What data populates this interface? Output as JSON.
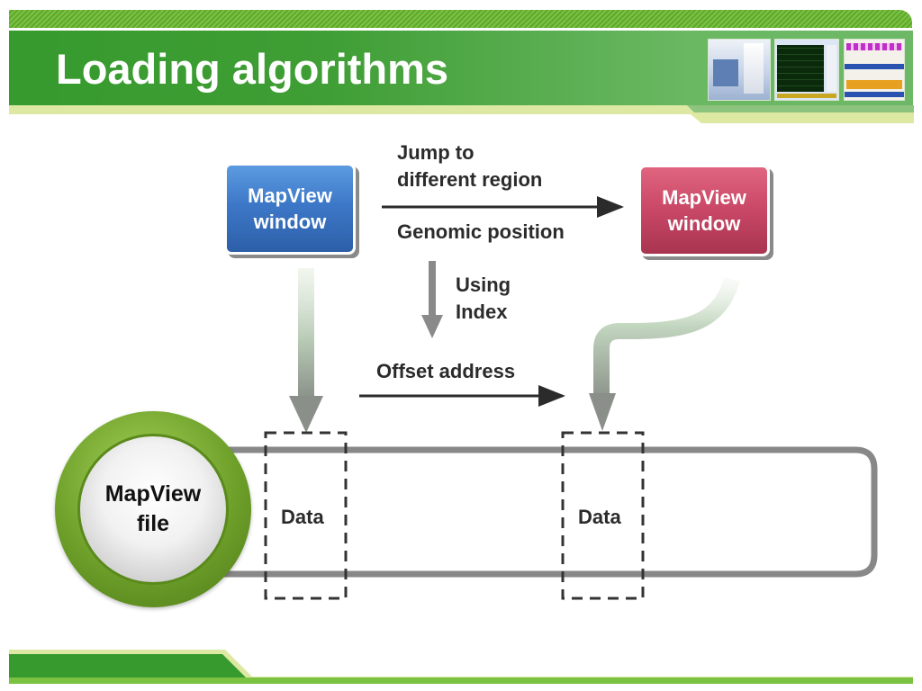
{
  "slide": {
    "title": "Loading algorithms",
    "colors": {
      "header_green": "#369a2e",
      "header_light": "#dde8a2",
      "accent_lime": "#7cc242",
      "box_blue": "#3d78c8",
      "box_red": "#c84766",
      "file_ring_green": "#6ea02a",
      "connector_gray": "#888888",
      "arrow_dark": "#2b2b2b"
    },
    "header_images": [
      "instrument-photo",
      "software-trace-screenshot",
      "software-map-screenshot"
    ]
  },
  "diagram": {
    "source_window": {
      "line1": "MapView",
      "line2": "window"
    },
    "target_window": {
      "line1": "MapView",
      "line2": "window"
    },
    "jump_label": {
      "line1": "Jump to",
      "line2": "different region"
    },
    "genomic_label": "Genomic position",
    "index_label": {
      "line1": "Using",
      "line2": "Index"
    },
    "offset_label": "Offset address",
    "file": {
      "line1": "MapView",
      "line2": "file"
    },
    "data_blocks": [
      {
        "label": "Data"
      },
      {
        "label": "Data"
      }
    ]
  }
}
